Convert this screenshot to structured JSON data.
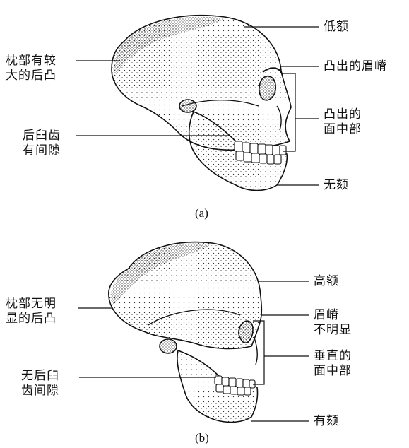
{
  "figure_a": {
    "caption": "(a)",
    "labels": {
      "low_forehead": "低额",
      "protruding_brow_ridge": "凸出的眉嵴",
      "protruding_midface": [
        "凸出的",
        "面中部"
      ],
      "no_chin": "无颏",
      "occipital_bun": [
        "枕部有较",
        "大的后凸"
      ],
      "retromolar_gap": [
        "后臼齿",
        "有间隙"
      ]
    }
  },
  "figure_b": {
    "caption": "(b)",
    "labels": {
      "high_forehead": "高额",
      "brow_ridge_not_prominent": [
        "眉嵴",
        "不明显"
      ],
      "vertical_midface": [
        "垂直的",
        "面中部"
      ],
      "has_chin": "有颏",
      "no_occipital_bun": [
        "枕部无明",
        "显的后凸"
      ],
      "no_retromolar_gap": [
        "无后臼",
        "齿间隙"
      ]
    }
  },
  "colors": {
    "ink": "#111111",
    "bone": "#ffffff",
    "stipple": "#333333"
  }
}
